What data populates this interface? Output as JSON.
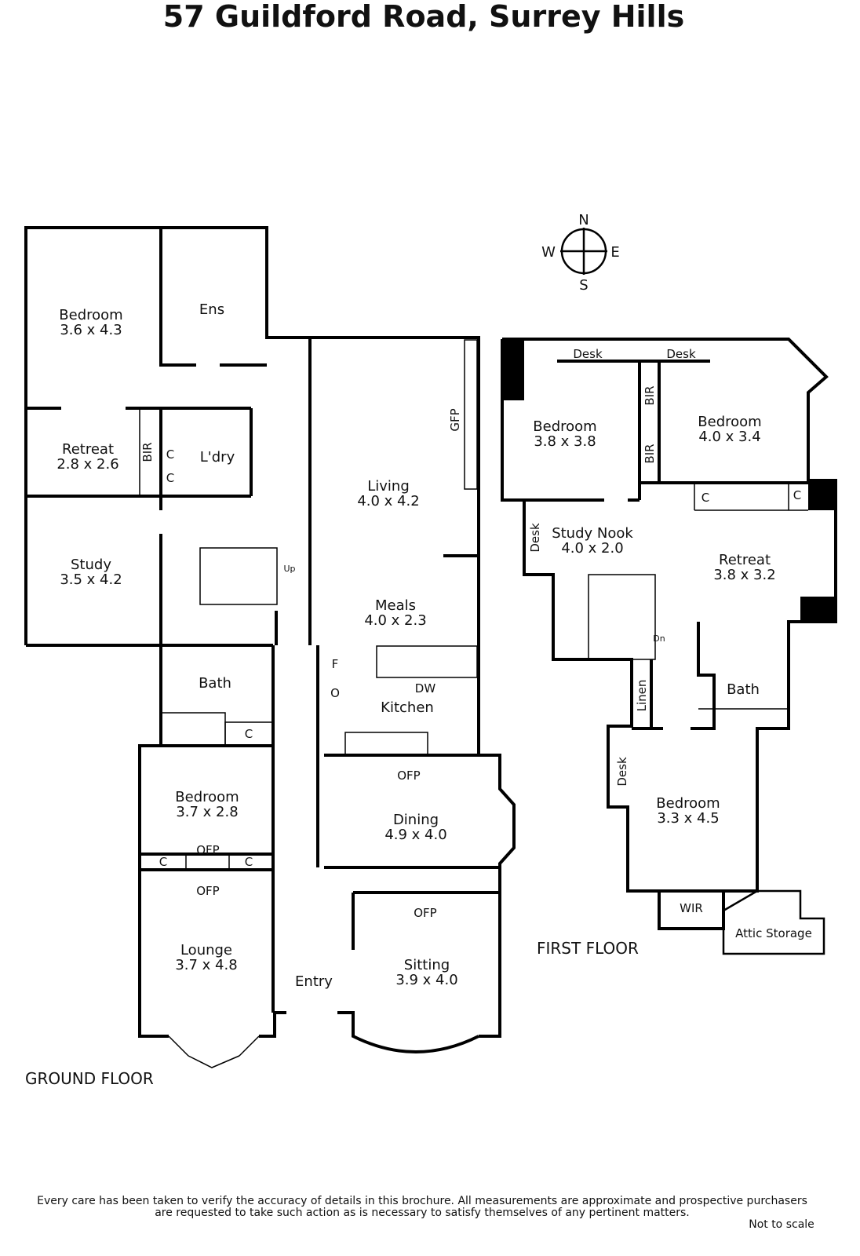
{
  "title": "57 Guildford Road, Surrey Hills",
  "compass": {
    "n": "N",
    "s": "S",
    "e": "E",
    "w": "W"
  },
  "ground_floor": {
    "label": "GROUND FLOOR",
    "rooms": [
      {
        "name": "Bedroom",
        "size": "3.6 x 4.3"
      },
      {
        "name": "Ens",
        "size": ""
      },
      {
        "name": "Retreat",
        "size": "2.8 x 2.6"
      },
      {
        "name": "L'dry",
        "size": ""
      },
      {
        "name": "Study",
        "size": "3.5 x 4.2"
      },
      {
        "name": "Living",
        "size": "4.0 x 4.2"
      },
      {
        "name": "Meals",
        "size": "4.0 x 2.3"
      },
      {
        "name": "Kitchen",
        "size": ""
      },
      {
        "name": "Bath",
        "size": ""
      },
      {
        "name": "Bedroom",
        "size": "3.7 x 2.8"
      },
      {
        "name": "Dining",
        "size": "4.9 x 4.0"
      },
      {
        "name": "Lounge",
        "size": "3.7 x 4.8"
      },
      {
        "name": "Sitting",
        "size": "3.9 x 4.0"
      },
      {
        "name": "Entry",
        "size": ""
      }
    ],
    "fixtures": {
      "bir": "BIR",
      "c": "C",
      "gfp": "GFP",
      "up": "Up",
      "f": "F",
      "o": "O",
      "dw": "DW",
      "ofp": "OFP"
    }
  },
  "first_floor": {
    "label": "FIRST FLOOR",
    "rooms": [
      {
        "name": "Bedroom",
        "size": "3.8 x 3.8"
      },
      {
        "name": "Bedroom",
        "size": "4.0 x 3.4"
      },
      {
        "name": "Study Nook",
        "size": "4.0 x 2.0"
      },
      {
        "name": "Retreat",
        "size": "3.8 x 3.2"
      },
      {
        "name": "Bath",
        "size": ""
      },
      {
        "name": "Bedroom",
        "size": "3.3 x 4.5"
      },
      {
        "name": "WIR",
        "size": ""
      },
      {
        "name": "Attic Storage",
        "size": ""
      }
    ],
    "fixtures": {
      "desk": "Desk",
      "bir": "BIR",
      "c": "C",
      "dn": "Dn",
      "linen": "Linen"
    }
  },
  "disclaimer": {
    "line1": "Every care has been taken to verify the accuracy of details in this brochure.  All measurements are approximate and prospective purchasers",
    "line2": "are requested to take such action as is necessary to satisfy themselves of any pertinent matters.",
    "scale_note": "Not to scale"
  }
}
